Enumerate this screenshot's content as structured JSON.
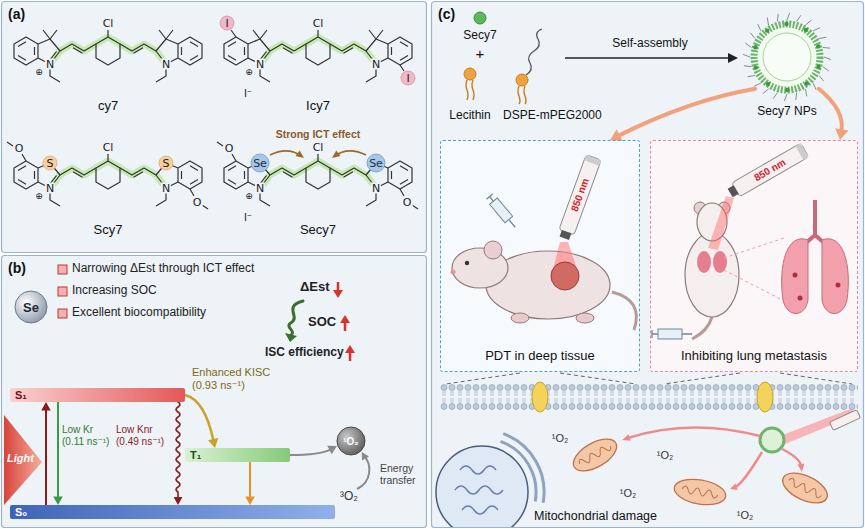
{
  "diagram": {
    "nodes": [
      {
        "text": [
          "(a)"
        ]
      },
      {
        "text": [
          "(b)"
        ]
      },
      {
        "text": [
          "Se"
        ],
        "in": 1
      },
      {
        "text": [
          "S₁"
        ],
        "in": 1
      },
      {
        "text": [
          "T₁"
        ],
        "in": 1
      },
      {
        "text": [
          "S₀"
        ],
        "in": 1
      },
      {
        "text": [
          "¹O₂"
        ],
        "in": 1
      },
      {
        "text": [
          "(c)"
        ]
      },
      {
        "text": [
          "Secy7 NPs"
        ],
        "in": 7
      },
      {
        "text": [
          "PDT in deep tissue"
        ],
        "in": 7
      },
      {
        "text": [
          "Inhibiting lung metastasis"
        ],
        "in": 7
      }
    ],
    "edges": [
      {
        "from": 5,
        "to": 3,
        "arrow": "to"
      },
      {
        "from": 3,
        "to": 5,
        "arrow": "to"
      },
      {
        "from": 3,
        "to": 5,
        "arrow": "to"
      },
      {
        "from": 3,
        "to": 4,
        "arrow": "to"
      },
      {
        "from": 4,
        "to": 5,
        "arrow": "to"
      },
      {
        "from": 4,
        "to": 6,
        "arrow": "to"
      },
      {
        "from": 8,
        "to": 9,
        "arrow": "to"
      },
      {
        "from": 8,
        "to": 10,
        "arrow": "to"
      }
    ],
    "labels": [
      "Cl",
      "N",
      "N",
      "⊕",
      "cy7",
      "I",
      "Cl",
      "N",
      "N",
      "⊕",
      "I",
      "I⁻",
      "Icy7",
      "O",
      "S",
      "Cl",
      "S",
      "N",
      "N",
      "⊕",
      "O",
      "Scy7",
      "Strong ICT effect",
      "O",
      "Se",
      "Cl",
      "Se",
      "N",
      "N",
      "⊕",
      "I⁻",
      "O",
      "Secy7",
      "Narrowing ΔEst through ICT effect",
      "Increasing SOC",
      "Excellent biocompatibility",
      "ΔEst",
      "SOC",
      "ISC efficiency",
      "Light",
      "Low Kr (0.11 ns⁻¹)",
      "Low Knr (0.49 ns⁻¹)",
      "Enhanced KISC (0.93 ns⁻¹)",
      "Energy transfer",
      "³O₂",
      "Secy7",
      "+",
      "Lecithin",
      "DSPE-mPEG2000",
      "Self-assembly",
      "850 nm",
      "850 nm",
      "¹O₂",
      "¹O₂",
      "¹O₂",
      "¹O₂",
      "Mitochondrial damage"
    ]
  }
}
